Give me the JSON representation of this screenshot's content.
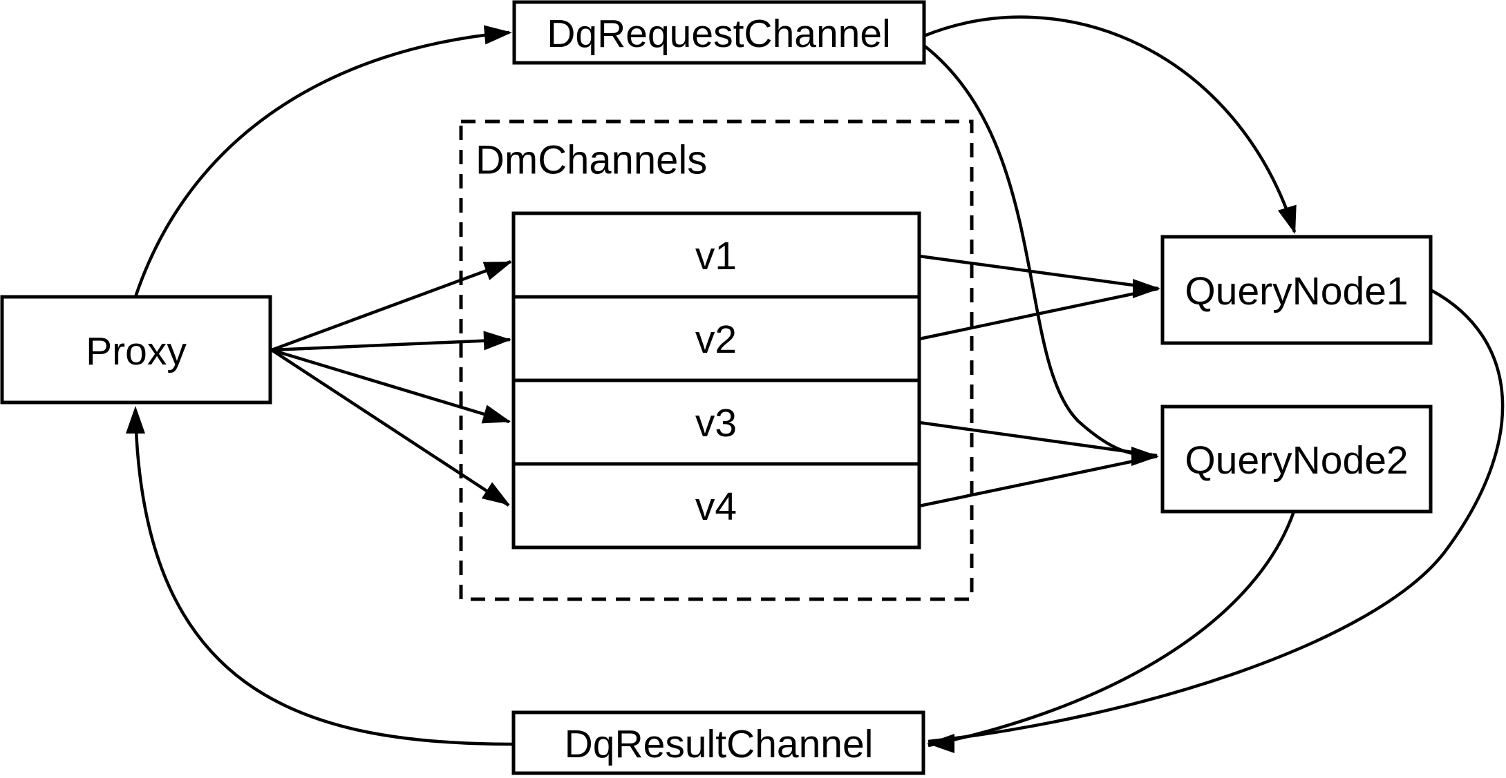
{
  "diagram": {
    "background_color": "#ffffff",
    "stroke_color": "#000000",
    "nodes": {
      "proxy": {
        "label": "Proxy"
      },
      "dq_request_channel": {
        "label": "DqRequestChannel"
      },
      "dm_channels": {
        "label": "DmChannels",
        "channels": [
          {
            "label": "v1"
          },
          {
            "label": "v2"
          },
          {
            "label": "v3"
          },
          {
            "label": "v4"
          }
        ]
      },
      "query_node_1": {
        "label": "QueryNode1"
      },
      "query_node_2": {
        "label": "QueryNode2"
      },
      "dq_result_channel": {
        "label": "DqResultChannel"
      }
    },
    "edges": [
      {
        "from": "proxy",
        "to": "dq_request_channel"
      },
      {
        "from": "proxy",
        "to": "v1"
      },
      {
        "from": "proxy",
        "to": "v2"
      },
      {
        "from": "proxy",
        "to": "v3"
      },
      {
        "from": "proxy",
        "to": "v4"
      },
      {
        "from": "dq_request_channel",
        "to": "query_node_1"
      },
      {
        "from": "dq_request_channel",
        "to": "query_node_2"
      },
      {
        "from": "v1",
        "to": "query_node_1"
      },
      {
        "from": "v2",
        "to": "query_node_1"
      },
      {
        "from": "v3",
        "to": "query_node_2"
      },
      {
        "from": "v4",
        "to": "query_node_2"
      },
      {
        "from": "query_node_1",
        "to": "dq_result_channel"
      },
      {
        "from": "query_node_2",
        "to": "dq_result_channel"
      },
      {
        "from": "dq_result_channel",
        "to": "proxy"
      }
    ]
  }
}
